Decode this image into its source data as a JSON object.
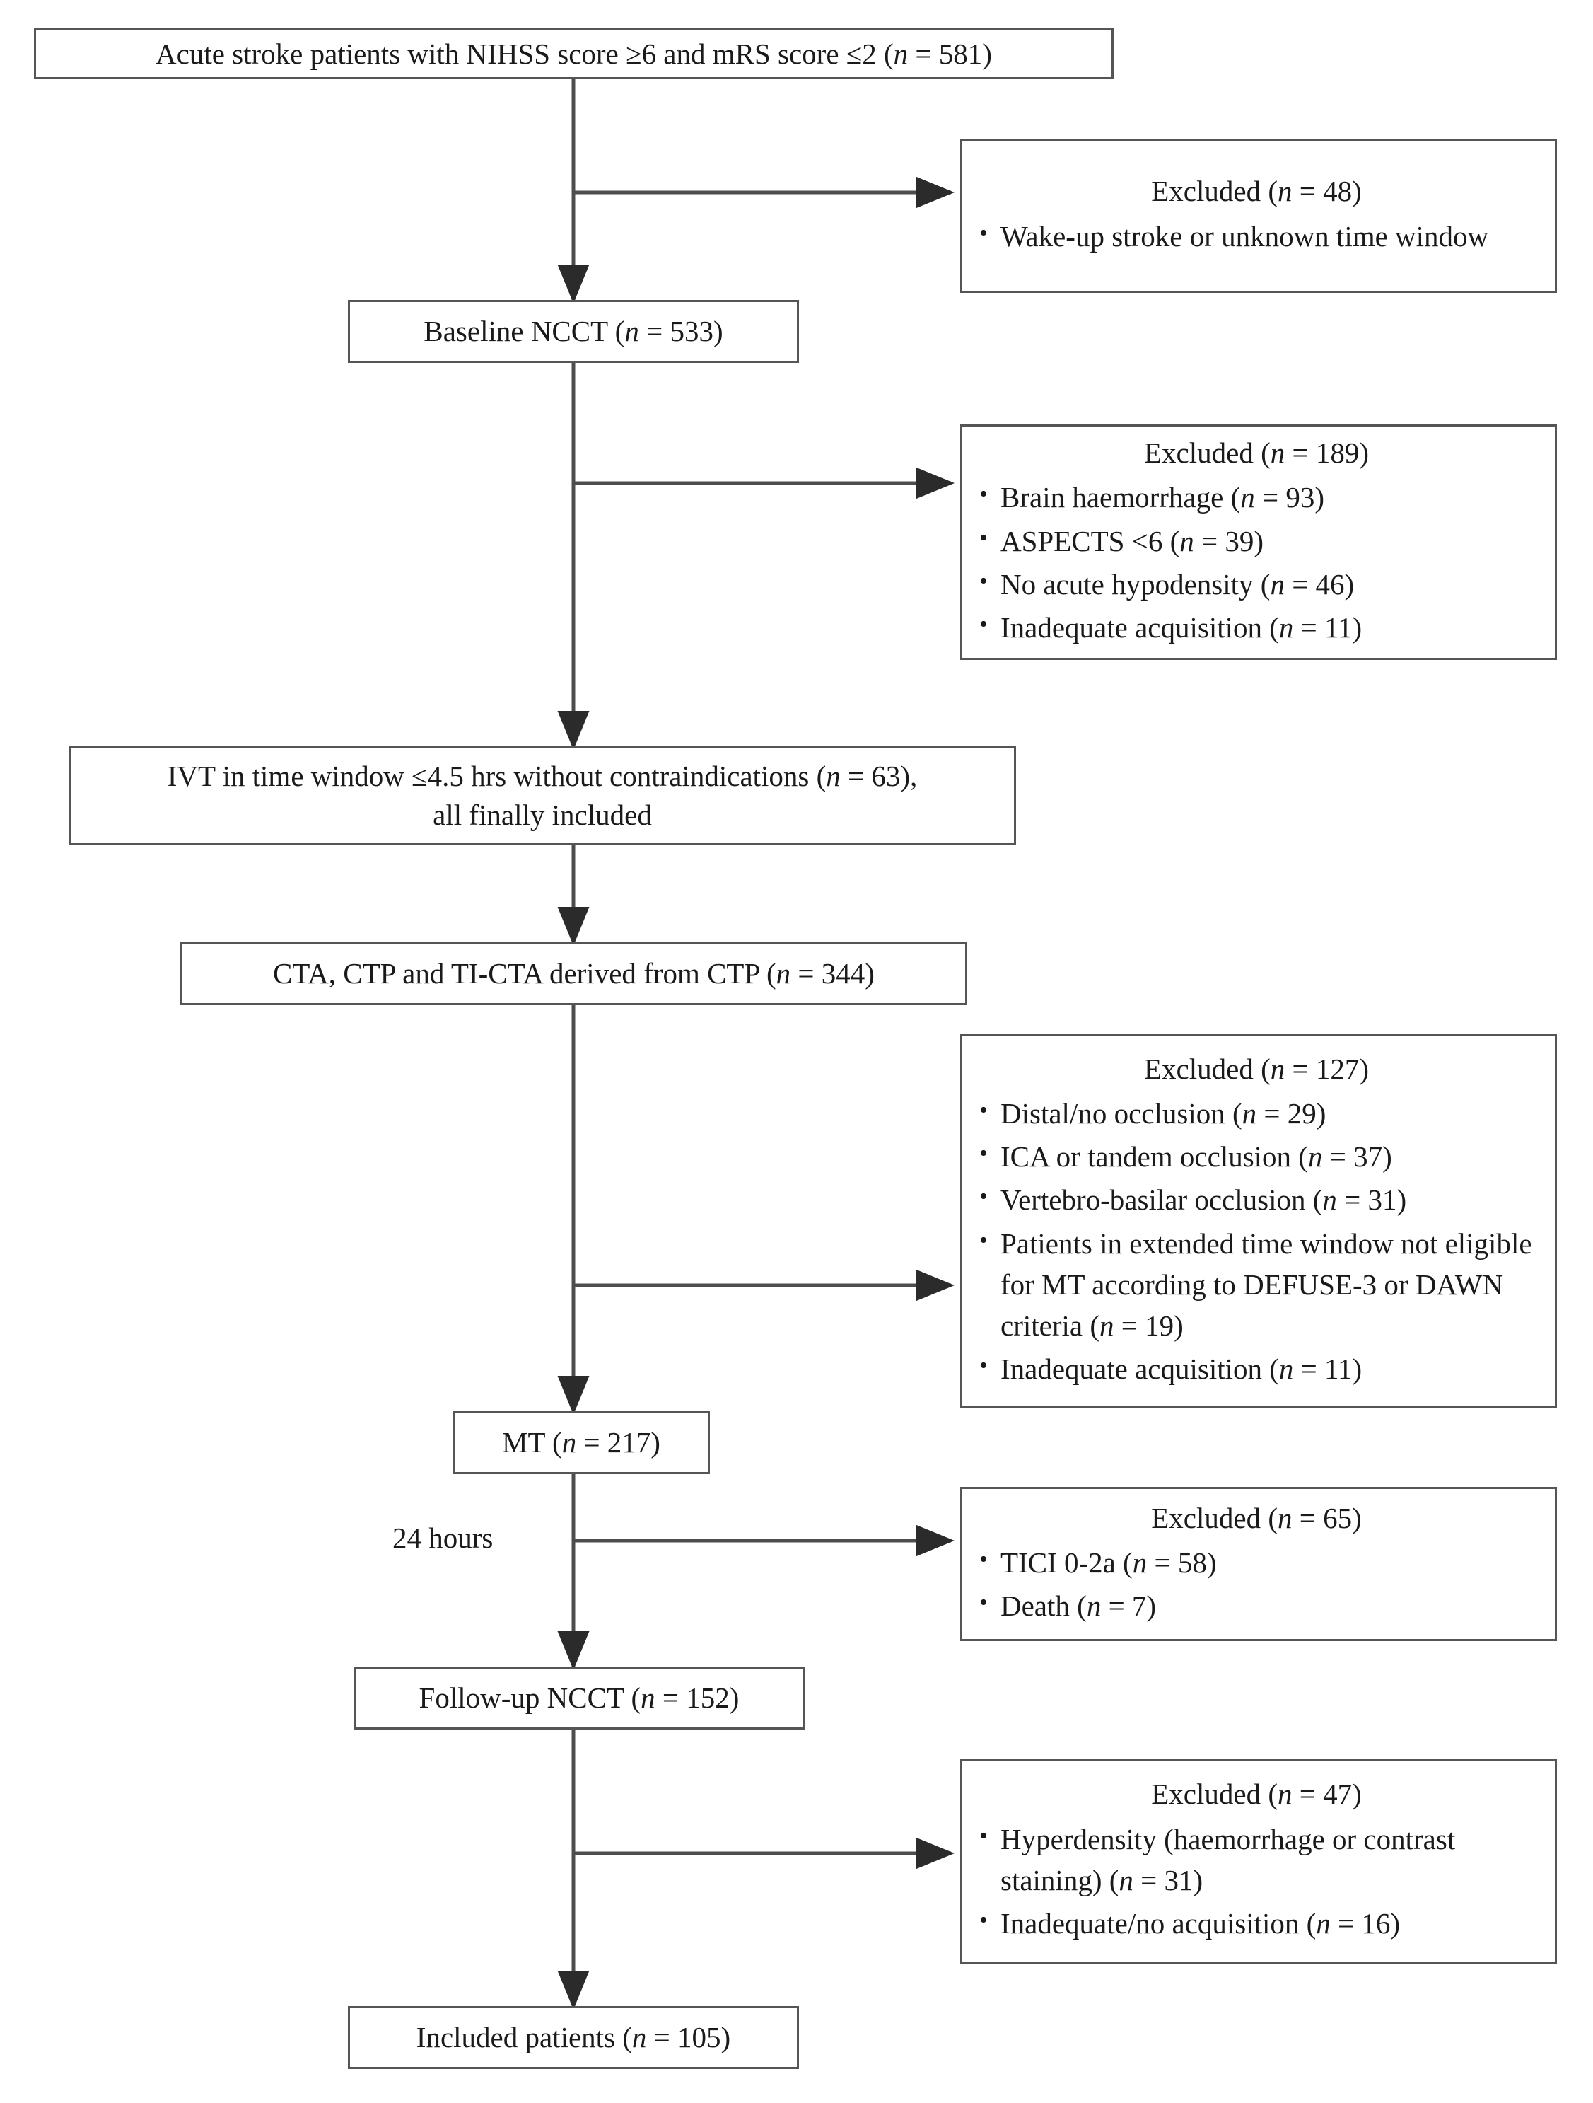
{
  "figure": {
    "type": "patient-selection-flowchart",
    "orientation": "vertical",
    "line_color": "#555555",
    "background_color": "#ffffff",
    "text_color": "#1a1a1a"
  },
  "nodes": [
    {
      "id": "enrolled",
      "text": "Acute stroke patients with NIHSS score ≥6 and mRS score ≤2 (n = 581)",
      "n": 581
    },
    {
      "id": "baseline-ncct",
      "text": "Baseline NCCT (n = 533)",
      "n": 533
    },
    {
      "id": "ivt",
      "line1": "IVT in time window ≤4.5 hrs without contraindications (n = 63),",
      "line2": "all finally included",
      "n": 63
    },
    {
      "id": "cta-ctp",
      "text": "CTA, CTP and TI-CTA derived from CTP (n = 344)",
      "n": 344
    },
    {
      "id": "mt",
      "text": "MT (n = 217)",
      "n": 217
    },
    {
      "id": "followup-ncct",
      "text": "Follow-up NCCT (n = 152)",
      "n": 152
    },
    {
      "id": "included",
      "text": "Included patients (n = 105)",
      "n": 105
    }
  ],
  "exclusions": [
    {
      "id": "excluded-48",
      "title": "Excluded (n = 48)",
      "n": 48,
      "items": [
        {
          "text": "Wake-up stroke or unknown time window",
          "n": null
        }
      ]
    },
    {
      "id": "excluded-189",
      "title": "Excluded (n = 189)",
      "n": 189,
      "items": [
        {
          "text": "Brain haemorrhage (n = 93)",
          "n": 93
        },
        {
          "text": "ASPECTS <6 (n = 39)",
          "n": 39
        },
        {
          "text": "No acute hypodensity (n = 46)",
          "n": 46
        },
        {
          "text": "Inadequate acquisition (n = 11)",
          "n": 11
        }
      ]
    },
    {
      "id": "excluded-127",
      "title": "Excluded (n = 127)",
      "n": 127,
      "items": [
        {
          "text": "Distal/no occlusion (n = 29)",
          "n": 29
        },
        {
          "text": "ICA or tandem occlusion (n = 37)",
          "n": 37
        },
        {
          "text": "Vertebro-basilar occlusion (n = 31)",
          "n": 31
        },
        {
          "text": "Patients in extended time window not eligible for MT according to DEFUSE-3 or DAWN criteria (n = 19)",
          "n": 19
        },
        {
          "text": "Inadequate acquisition (n = 11)",
          "n": 11
        }
      ]
    },
    {
      "id": "excluded-65",
      "title": "Excluded (n = 65)",
      "n": 65,
      "items": [
        {
          "text": "TICI 0-2a (n = 58)",
          "n": 58
        },
        {
          "text": "Death (n = 7)",
          "n": 7
        }
      ]
    },
    {
      "id": "excluded-47",
      "title": "Excluded (n = 47)",
      "n": 47,
      "items": [
        {
          "text": "Hyperdensity (haemorrhage or contrast staining) (n = 31)",
          "n": 31
        },
        {
          "text": "Inadequate/no acquisition (n = 16)",
          "n": 16
        }
      ]
    }
  ],
  "edge_labels": [
    {
      "id": "time-24-hours",
      "text": "24 hours"
    }
  ],
  "bullet_glyph": "•"
}
